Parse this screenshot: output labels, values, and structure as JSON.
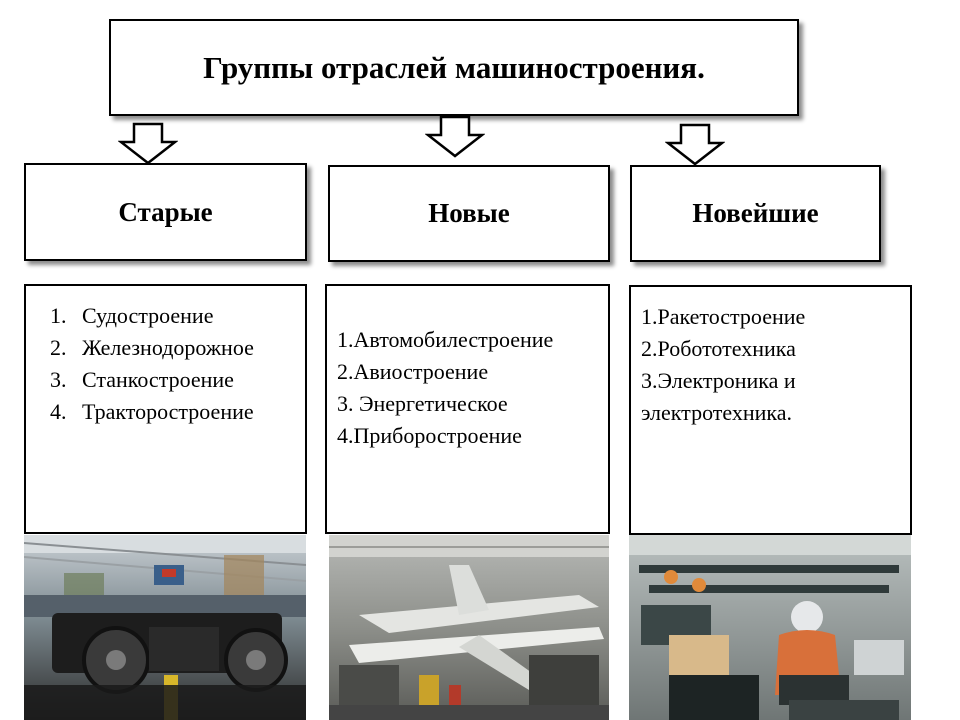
{
  "title": "Группы отраслей машиностроения.",
  "groups": [
    {
      "header": "Старые",
      "items": [
        "Судостроение",
        "Железнодорожное",
        "Станкостроение",
        "Тракторостроение"
      ]
    },
    {
      "header": "Новые",
      "items": [
        "1.Автомобилестроение",
        "2.Авиостроение",
        "3. Энергетическое",
        "4.Приборостроение"
      ]
    },
    {
      "header": "Новейшие",
      "items": [
        "1.Ракетостроение",
        "2.Робототехника",
        "3.Электроника и",
        "электротехника."
      ]
    }
  ],
  "photos": [
    {
      "subject": "railway bogie assembly workshop"
    },
    {
      "subject": "aircraft assembly hangar"
    },
    {
      "subject": "electronics assembly line workers"
    }
  ]
}
